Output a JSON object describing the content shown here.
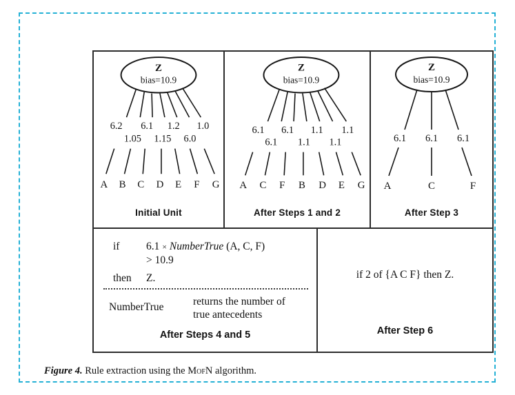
{
  "figure": {
    "caption_label": "Figure 4.",
    "caption_text": "Rule extraction using the",
    "caption_algorithm": "MofN",
    "caption_tail": "algorithm."
  },
  "panels": [
    {
      "id": "initial-unit",
      "caption": "Initial Unit",
      "node": {
        "name": "Z",
        "bias": "bias=10.9"
      },
      "weights_row1": [
        "6.2",
        "6.1",
        "1.2",
        "1.0"
      ],
      "weights_row2": [
        "1.05",
        "1.15",
        "6.0"
      ],
      "leaves": [
        "A",
        "B",
        "C",
        "D",
        "E",
        "F",
        "G"
      ]
    },
    {
      "id": "steps-1-2",
      "caption": "After Steps 1 and 2",
      "node": {
        "name": "Z",
        "bias": "bias=10.9"
      },
      "weights_row1": [
        "6.1",
        "6.1",
        "1.1",
        "1.1"
      ],
      "weights_row2": [
        "6.1",
        "1.1",
        "1.1"
      ],
      "leaves": [
        "A",
        "C",
        "F",
        "B",
        "D",
        "E",
        "G"
      ]
    },
    {
      "id": "step-3",
      "caption": "After Step 3",
      "node": {
        "name": "Z",
        "bias": "bias=10.9"
      },
      "weights_row1": [
        "6.1",
        "6.1",
        "6.1"
      ],
      "weights_row2": [],
      "leaves": [
        "A",
        "C",
        "F"
      ]
    }
  ],
  "rule_panel": {
    "caption": "After Steps 4 and 5",
    "if_keyword": "if",
    "then_keyword": "then",
    "antecedent_weight": "6.1",
    "times_symbol": "×",
    "function_name": "NumberTrue",
    "function_args": "(A, C, F)",
    "threshold_line": "> 10.9",
    "consequent": "Z.",
    "note_term": "NumberTrue",
    "note_desc_line1": "returns the number of",
    "note_desc_line2": "true antecedents"
  },
  "final_panel": {
    "caption": "After Step 6",
    "rule": "if 2 of {A C F} then Z."
  },
  "colors": {
    "selection_border": "#23b0d5",
    "figure_border": "#2b2b2b",
    "ink": "#111111",
    "page": "#ffffff"
  }
}
